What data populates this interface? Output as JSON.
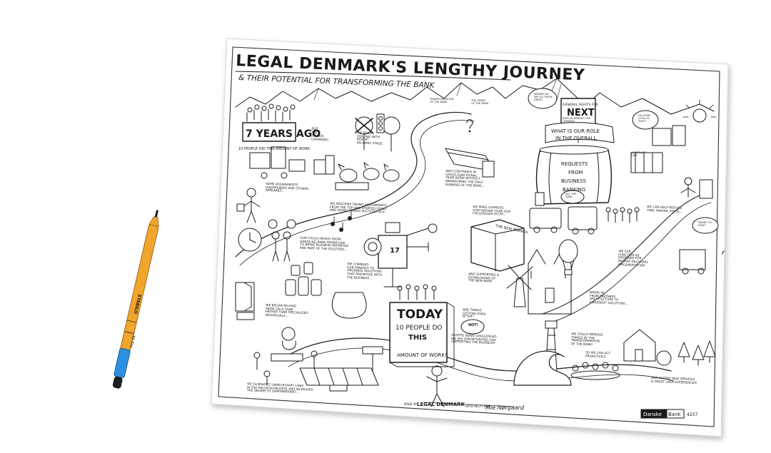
{
  "title": "LEGAL DENMARK'S LENGTHY JOURNEY",
  "subtitle": "& THEIR POTENTIAL FOR TRANSFORMING THE BANK",
  "past": {
    "heading": "7 YEARS AGO",
    "sub": "10 PEOPLE DID THIS AMOUNT OF WORK"
  },
  "today": {
    "heading": "TODAY",
    "line1": "10 PEOPLE DO",
    "line2": "THIS",
    "line3": "AMOUNT OF WORK!"
  },
  "next_sign": {
    "small": "GENERAL SIGHTS FOR",
    "big": "NEXT",
    "rest": "WHO IS ASKING FOR\n(ASKING)"
  },
  "role_question": "WHAT IS OUR ROLE\nIN THE OVERALL\nPICTURE?",
  "barrel": "REQUESTS\nFROM\nBUSINESS\nBANKING",
  "new_branch": "THE NEW BRANCH",
  "tag_number": "17",
  "annotations": {
    "but_then": "BUT\nTHEN\nTHINGS\nCHANGED!",
    "began_dealing": "WE BEGAN\nDEALING WITH\nRISK AT\nAN EARLY STAGE",
    "some_assignments": "SOME ASSIGNMENTS\nDISAPPEARED AND OTHERS\nAPPEARED...",
    "we_describe": "WE DESCRIBE TAKING ASSIGNMENTS\nFROM THE TOP AND STARTED DOING\nAND DOING THINGS SUCCESSFULLY...",
    "our_focus": "OUR FOCUS MOVED FROM\nHANDLING BANK WORKFLOW\nTO BRING BUSINESS REPORTED\nAND PART OF THE SOLUTION...",
    "we_changed": "WE CHANGED\nOUR MINDSET TO\nORGANISE SOLUTIONS\nTHAT PRIORITIZE WITH\nTHE BUSINESS...",
    "we_began_relying": "WE BEGAN RELYING\nMORE ON A TEAM\nRATHER THAN SPECIALIZED\nINDIVIDUALS...",
    "we_eliminated": "WE ELIMINATED UNNECESSARY LINKS\nIN THE DECISION PROCESS AND INCREASED\nTHE DEGREE OF EMPOWERMENT...",
    "and_continued": "AND CONTINUED IN\nCROSS-FUNCTIONAL\nTEAM WORK WITHOUT\nABANDONING THE DAILY\nRUNNING OF THE BANK...",
    "we_make_changes": "WE MAKE CHANGES\nSTEP RATHER THAN OUR\nCOLLEAGUES DO BY...",
    "and_supportive": "AND SUPPORTING &\nESTABLISHING OF\nTHE NEW BANK",
    "are_things_getting": "ARE THINGS\nGETTING EVEN\nAFTER?",
    "not": "NOT!",
    "despite": "DESPITE BEING CHALLENGED\nWE SEE OPPORTUNITIES FOR\nSUPPORTING THE BUSINESS!",
    "we_can_function": "WE CAN\nFUNCTION AS\nDESIGNER FOR\nPROPER DELIVERAL\nIMPLEMENTATION",
    "we_can_help": "WE CAN HELP REDUCE\nTIME, MAKING SENSE...",
    "bring_in": "BRING IN\nFROM PARTNERS\nARCHITECTURE TO\nCOHERENT SOLUTIONS...",
    "we_could_improve": "WE COULD IMPROVE\nTHINGS BY THE\nTRANSFORMATION\nOF THE BANK!",
    "so_we_can": "SO WE CAN ACT\nPROACTIVELY...",
    "and_inspire": "AND INSPIRE NEW SERVICES\n& GREAT USER EXPERIENCES!",
    "where_do": "WHERE DO\nWE GO FROM\nHERE?",
    "oh_how": "OH HOW\nCOOL IS\nTHIS?",
    "ready_to": "READY TO\nRUN?",
    "all_the": "ALL THE\nTIME...",
    "the_sense": "THE SENSE\nOF THE BANK",
    "transformation": "TRANSFORMATION\nOF THE BANK",
    "contract_law": "CONTRACT\nLAW"
  },
  "footer": {
    "credit_left": "MADE BY",
    "credit_name": "LEGAL DENMARK",
    "credit_mid": "WITH HELP FROM",
    "credit_artist": "Mie Nørgaard"
  },
  "brand": {
    "name_left": "Danske",
    "name_right": "Bank",
    "code": "4237"
  },
  "pen": {
    "brand": "STABILO",
    "model": "88 fine",
    "body_color": "#f0a52c",
    "cap_color": "#2d8fe0",
    "tip_color": "#222222"
  },
  "colors": {
    "ink": "#1a1a1a",
    "paper": "#ffffff",
    "background": "#ffffff"
  }
}
